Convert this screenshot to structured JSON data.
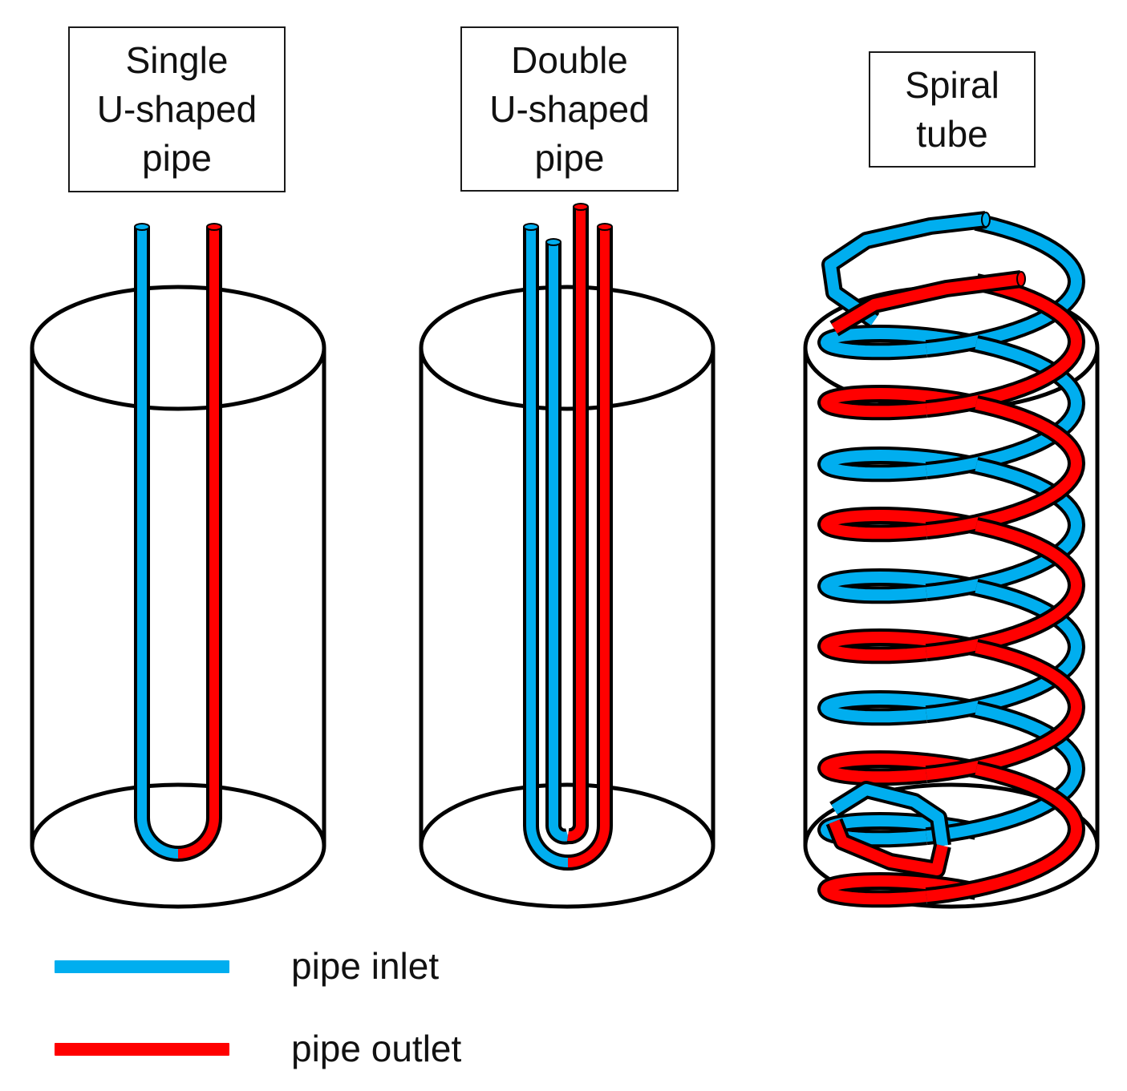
{
  "colors": {
    "inlet": "#00AEEF",
    "outlet": "#FF0000",
    "outline": "#000000"
  },
  "panels": [
    {
      "id": "single",
      "title_lines": [
        "Single",
        "U-shaped",
        "pipe"
      ]
    },
    {
      "id": "double",
      "title_lines": [
        "Double",
        "U-shaped",
        "pipe"
      ]
    },
    {
      "id": "spiral",
      "title_lines": [
        "Spiral",
        "tube"
      ]
    }
  ],
  "legend": {
    "items": [
      {
        "label": "pipe inlet",
        "color_key": "inlet"
      },
      {
        "label": "pipe outlet",
        "color_key": "outlet"
      }
    ]
  }
}
